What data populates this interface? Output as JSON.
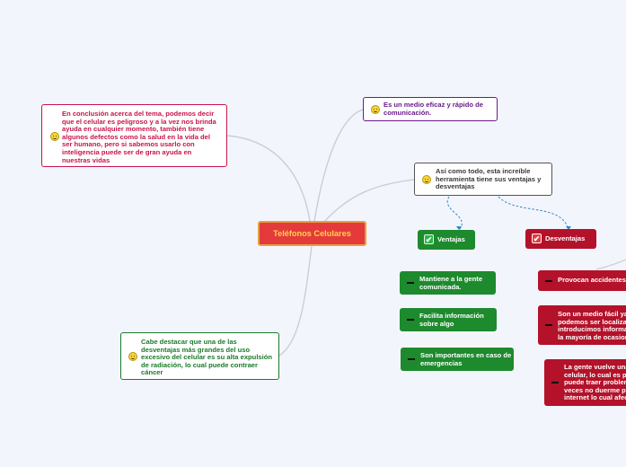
{
  "central": {
    "label": "Teléfonos Celulares"
  },
  "notes": {
    "conclusion": "En conclusión acerca del tema, podemos decir que el celular es peligroso y a la vez nos brinda ayuda en cualquier momento, también tiene algunos defectos como la salud en la vida del ser humano, pero si sabemos usarlo con inteligencia puede ser de gran ayuda en nuestras vidas",
    "medio": "Es un medio eficaz y rápido de comunicación.",
    "herramienta": "Así como todo, esta increíble herramienta tiene sus ventajas y desventajas",
    "cabe": "Cabe destacar que una de las desventajas más grandes del uso excesivo del celular es su alta expulsión de radiación, lo cual puede contraer cáncer"
  },
  "ventajas": {
    "label": "Ventajas",
    "items": [
      "Mantiene a la gente comunicada.",
      "Facilita información sobre algo",
      "Son importantes en caso de emergencias"
    ]
  },
  "desventajas": {
    "label": "Desventajas",
    "items": [
      "Provocan accidentes",
      "Son un medio fácil ya que podemos ser localizados si introducimos información en la mayoría de ocasiones",
      "La gente vuelve una adicción al celular, lo cual es peligroso y puede traer problemas, ya que a veces no duerme por estar en internet lo cual afecta"
    ]
  },
  "colors": {
    "canvas": "#f3f5fd",
    "central_fill": "#e43a3c",
    "central_text": "#ffd24a",
    "central_border": "#e8a040",
    "green": "#1e8a2e",
    "red": "#b3122a",
    "pink_text": "#c8144a",
    "purple_text": "#6a1a8c",
    "green_text": "#1c7a2a",
    "dark_text": "#3a3a3a",
    "link": "#c9cbd3",
    "dashed_link": "#2e86c8"
  },
  "icons": [
    "smiley-icon",
    "checkmark-icon",
    "dash-icon"
  ]
}
